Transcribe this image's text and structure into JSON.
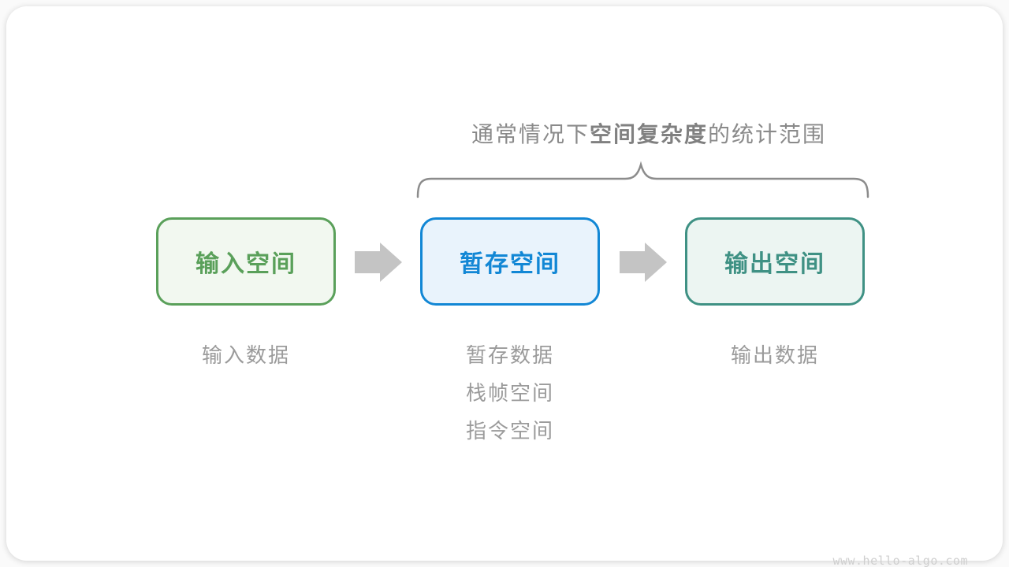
{
  "title": {
    "prefix": "通常情况下",
    "bold": "空间复杂度",
    "suffix": "的统计范围"
  },
  "boxes": [
    {
      "id": "input-space",
      "label": "输入空间",
      "accent": "#5aa05a",
      "fill": "#f2f8f0"
    },
    {
      "id": "temporary-space",
      "label": "暂存空间",
      "accent": "#1287d5",
      "fill": "#e9f3fc"
    },
    {
      "id": "output-space",
      "label": "输出空间",
      "accent": "#3f9184",
      "fill": "#ecf5f2"
    }
  ],
  "notes": {
    "input": "输入数据",
    "temporary": [
      "暂存数据",
      "栈帧空间",
      "指令空间"
    ],
    "output": "输出数据"
  },
  "colors": {
    "brace": "#8c8c8c",
    "arrow": "#c4c4c4",
    "title_text": "#8a8a8a",
    "note_text": "#9b9b9b"
  },
  "watermark": "www.hello-algo.com"
}
